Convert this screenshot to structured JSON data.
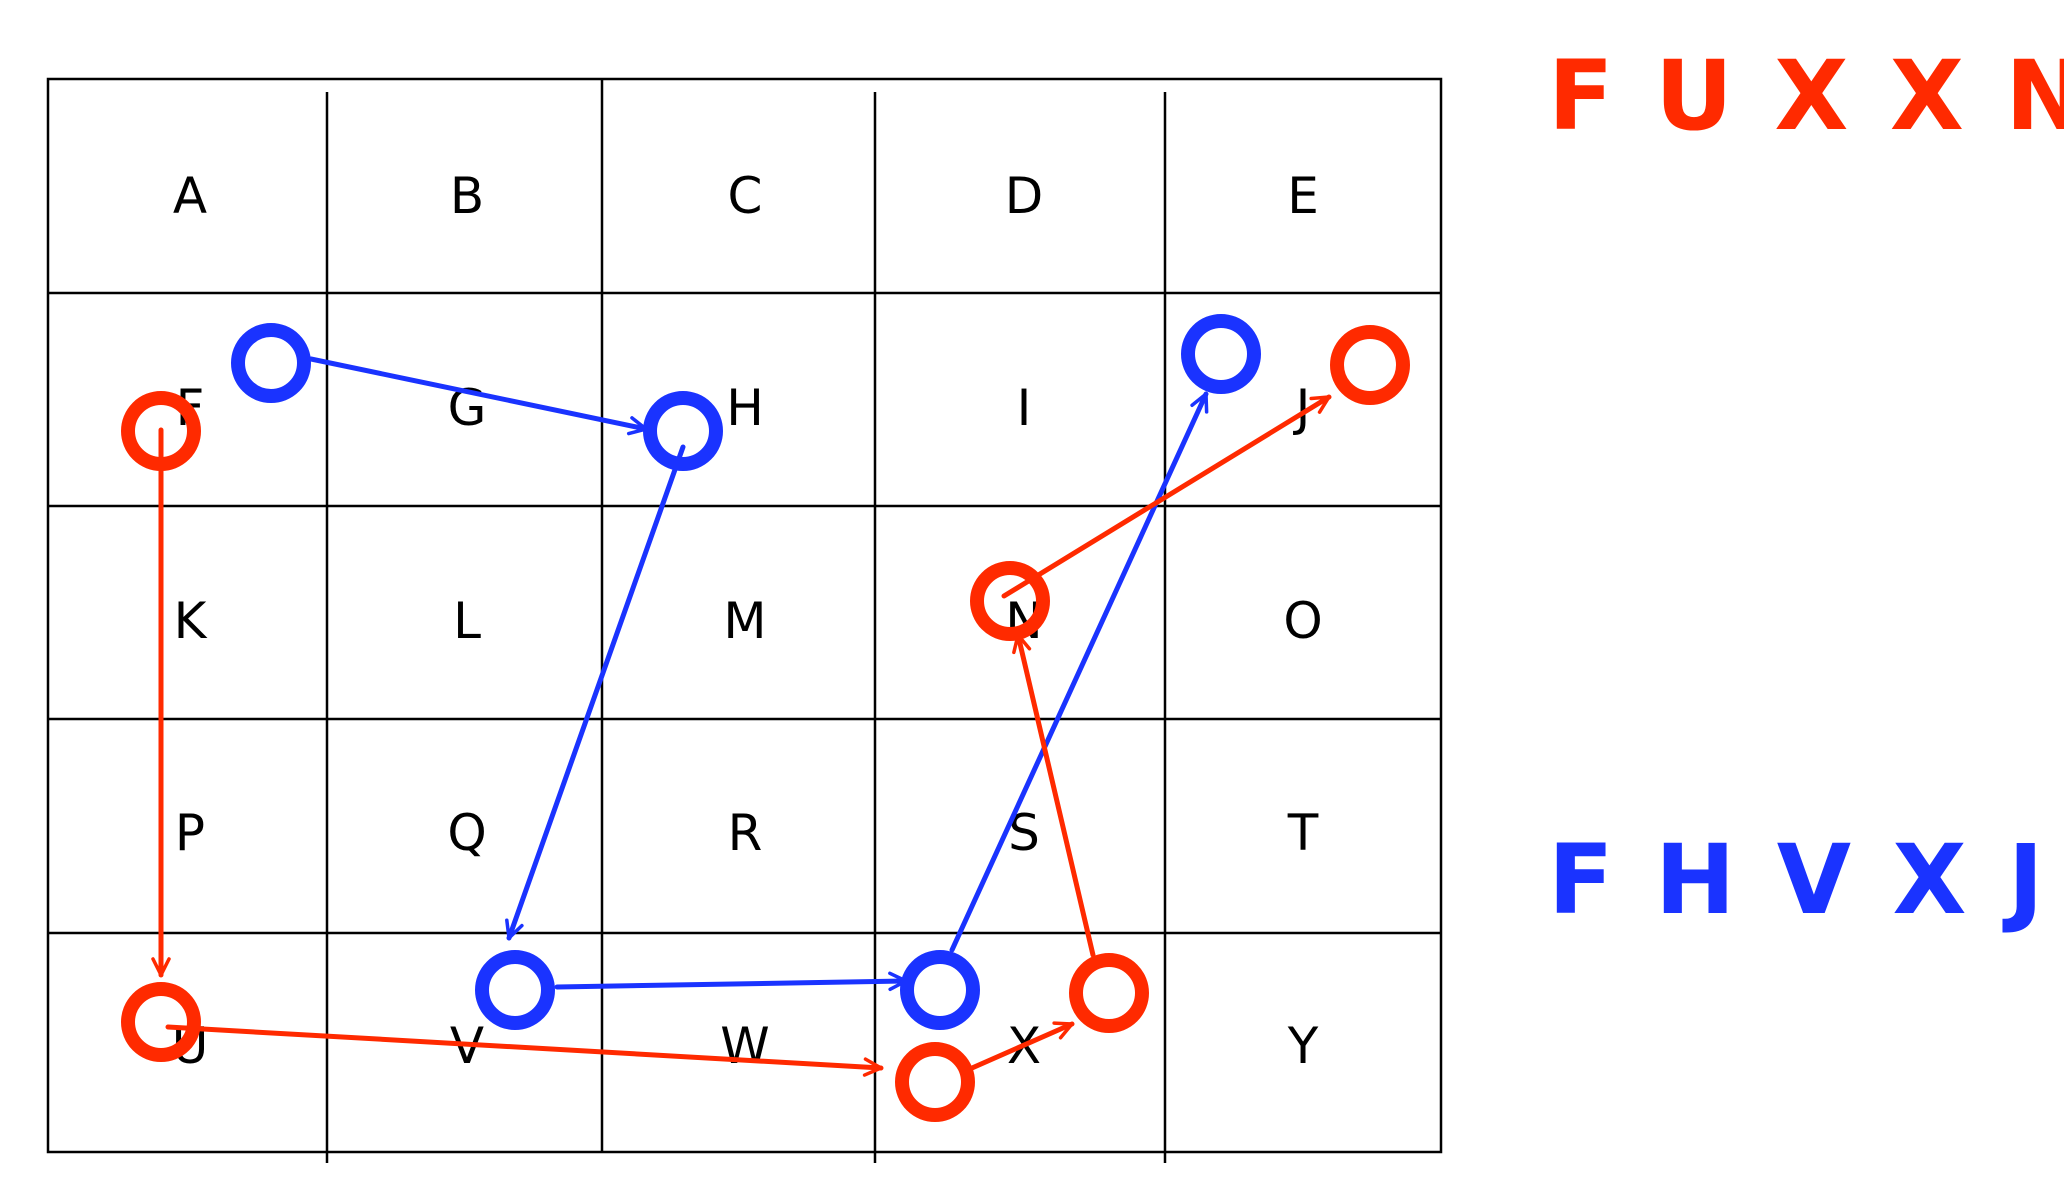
{
  "grid": {
    "rows": [
      [
        "A",
        "B",
        "C",
        "D",
        "E"
      ],
      [
        "F",
        "G",
        "H",
        "I",
        "J"
      ],
      [
        "K",
        "L",
        "M",
        "N",
        "O"
      ],
      [
        "P",
        "Q",
        "R",
        "S",
        "T"
      ],
      [
        "U",
        "V",
        "W",
        "X",
        "Y"
      ]
    ]
  },
  "sequences": {
    "red": "F U X X N J",
    "blue": "F H V X J"
  },
  "colors": {
    "red": "#ff2a00",
    "blue": "#1a33ff",
    "grid_line": "#000000"
  }
}
